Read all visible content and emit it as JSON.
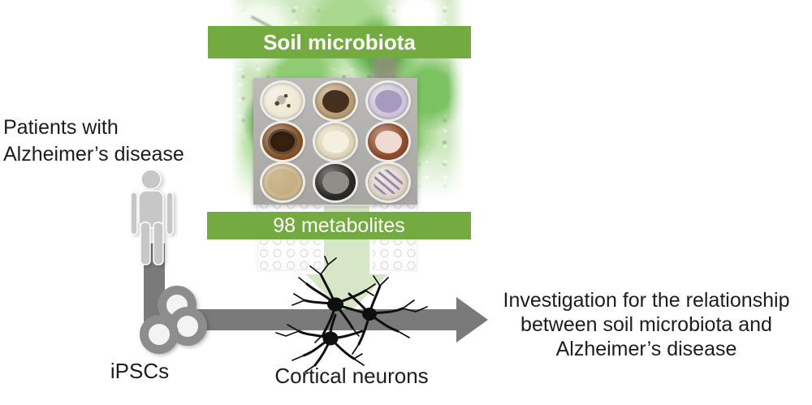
{
  "labels": {
    "soil_banner": "Soil microbiota",
    "metabolites_banner": "98 metabolites",
    "patients_line1": "Patients with",
    "patients_line2": "Alzheimer’s disease",
    "ipscs": "iPSCs",
    "cortical_neurons": "Cortical neurons",
    "outcome_line1": "Investigation for the relationship",
    "outcome_line2": "between soil microbiota and",
    "outcome_line3": "Alzheimer’s disease"
  },
  "colors": {
    "banner_green": "#74ab40",
    "banner_text": "#ffffff",
    "pale_arrow_green": "#d8e6c8",
    "flow_arrow_gray": "#7a7a7a",
    "person_gray": "#c7c7c7",
    "cell_ring_gray": "#8d8d8d",
    "cell_core_white": "#f3f3f3",
    "neuron_black": "#0f0f0f",
    "text": "#1d1d1d"
  },
  "petri_dishes": [
    {
      "position": "top-left",
      "pattern": "specks",
      "base": "#efe8d5",
      "accent": "#55452f"
    },
    {
      "position": "top-center",
      "pattern": "blob",
      "base": "#b79c74",
      "accent": "#452f1e"
    },
    {
      "position": "top-right",
      "pattern": "blob",
      "base": "#cdc5d8",
      "accent": "#a79ac0"
    },
    {
      "position": "middle-left",
      "pattern": "rings",
      "base": "#8a5526",
      "accent": "#39210f"
    },
    {
      "position": "middle-center",
      "pattern": "blob",
      "base": "#e0d6ba",
      "accent": "#f5f0de"
    },
    {
      "position": "middle-right",
      "pattern": "blob",
      "base": "#8f4e2b",
      "accent": "#eedbd1"
    },
    {
      "position": "bottom-left",
      "pattern": "plain",
      "base": "#ccb88e",
      "accent": "#bfa87a"
    },
    {
      "position": "bottom-center",
      "pattern": "blob",
      "base": "#2d2a26",
      "accent": "#8f8e88"
    },
    {
      "position": "bottom-right",
      "pattern": "stripes",
      "base": "#dcd2c3",
      "accent": "#9b86ad"
    }
  ]
}
